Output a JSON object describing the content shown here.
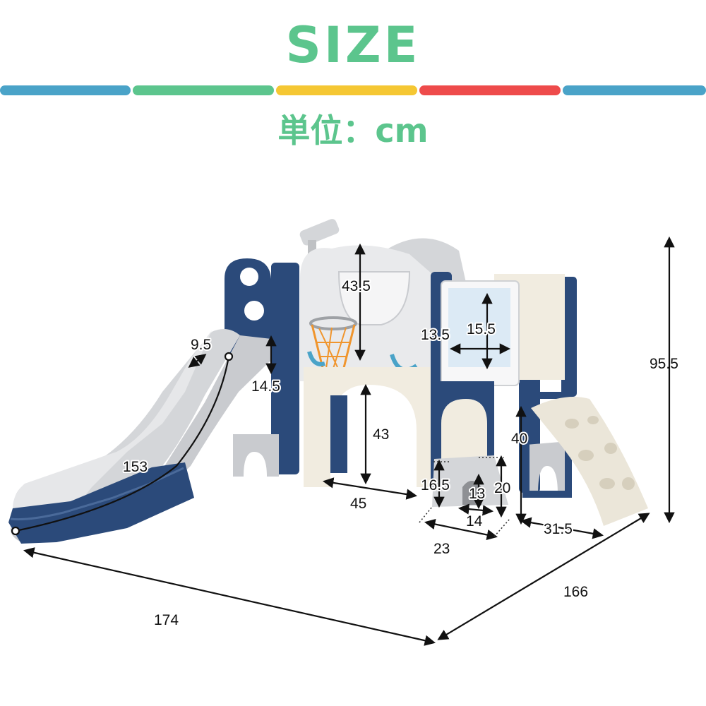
{
  "heading": "SIZE",
  "unit_label": "単位：cm",
  "colors": {
    "accent_green": "#5cc58d",
    "stripe_blue": "#4aa3c8",
    "stripe_green": "#5cc58d",
    "stripe_yellow": "#f5c733",
    "stripe_red": "#ee4b4b",
    "navy": "#2b4a7a",
    "light_gray": "#d4d6d9",
    "cream": "#f1ece0"
  },
  "dimensions": {
    "total_length": "174",
    "total_depth": "166",
    "total_height": "95.5",
    "slide_length": "153",
    "slide_width": "9.5",
    "slide_rail_height": "14.5",
    "wall_height": "43.5",
    "arch_height": "43",
    "arch_width": "45",
    "board_height": "15.5",
    "board_width": "13.5",
    "deck_height": "40",
    "ramp_depth": "31.5",
    "tunnel_height": "16.5",
    "tunnel_opening_height": "13",
    "tunnel_opening_width": "14",
    "tunnel_step_height": "20",
    "tunnel_width": "23"
  }
}
